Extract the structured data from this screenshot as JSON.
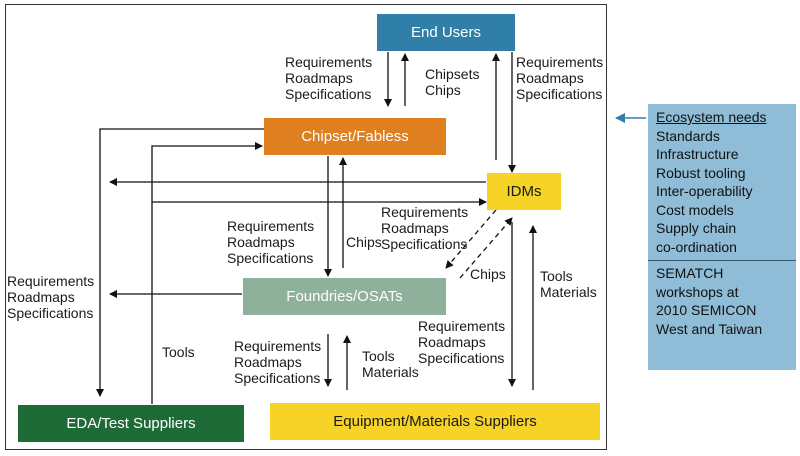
{
  "nodes": {
    "end_users": "End Users",
    "chipset": "Chipset/Fabless",
    "idms": "IDMs",
    "foundries": "Foundries/OSATs",
    "eda": "EDA/Test Suppliers",
    "equipment": "Equipment/Materials Suppliers"
  },
  "labels": {
    "req1": [
      "Requirements",
      "Roadmaps",
      "Specifications"
    ],
    "chipsets_chips": [
      "Chipsets",
      "Chips"
    ],
    "req2": [
      "Requirements",
      "Roadmaps",
      "Specifications"
    ],
    "req3": [
      "Requirements",
      "Roadmaps",
      "Specifications"
    ],
    "chips1": "Chips",
    "req4": [
      "Requirements",
      "Roadmaps",
      "Specifications"
    ],
    "chips2": "Chips",
    "tools_materials1": [
      "Tools",
      "Materials"
    ],
    "req5": [
      "Requirements",
      "Roadmaps",
      "Specifications"
    ],
    "tools1": "Tools",
    "req6": [
      "Requirements",
      "Roadmaps",
      "Specifications"
    ],
    "tools_materials2": [
      "Tools",
      "Materials"
    ],
    "req7": [
      "Requirements",
      "Roadmaps",
      "Specifications"
    ]
  },
  "sidebar": {
    "heading": "Ecosystem needs",
    "needs": [
      "Standards",
      "Infrastructure",
      "Robust tooling",
      "Inter-operability",
      "Cost models",
      "Supply chain",
      "co-ordination"
    ],
    "note": [
      "SEMATCH",
      "workshops at",
      "2010 SEMICON",
      "West and Taiwan"
    ]
  },
  "colors": {
    "end_users": "#2f7fa8",
    "chipset": "#e07f20",
    "idms": "#f5d327",
    "foundries": "#8fb09a",
    "eda": "#1f6b38",
    "equipment": "#f5d327",
    "sidebar": "#8fbcd6"
  }
}
